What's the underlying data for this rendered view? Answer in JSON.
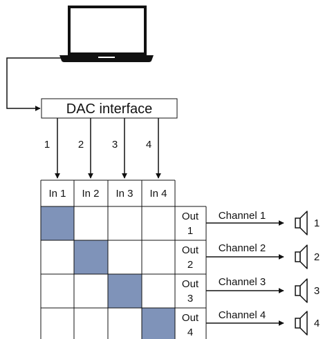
{
  "interface_label": "DAC interface",
  "input_channel_numbers": [
    "1",
    "2",
    "3",
    "4"
  ],
  "matrix": {
    "inputs": [
      "In 1",
      "In 2",
      "In 3",
      "In 4"
    ],
    "outputs": [
      {
        "line1": "Out",
        "line2": "1"
      },
      {
        "line1": "Out",
        "line2": "2"
      },
      {
        "line1": "Out",
        "line2": "3"
      },
      {
        "line1": "Out",
        "line2": "4"
      }
    ],
    "routing": [
      [
        0,
        0
      ],
      [
        1,
        1
      ],
      [
        2,
        2
      ],
      [
        3,
        3
      ]
    ],
    "active_color": "#7f93b9"
  },
  "channels": [
    "Channel 1",
    "Channel 2",
    "Channel 3",
    "Channel 4"
  ],
  "speakers": [
    "1",
    "2",
    "3",
    "4"
  ],
  "icons": {
    "computer": "laptop-icon",
    "speaker": "speaker-icon"
  }
}
